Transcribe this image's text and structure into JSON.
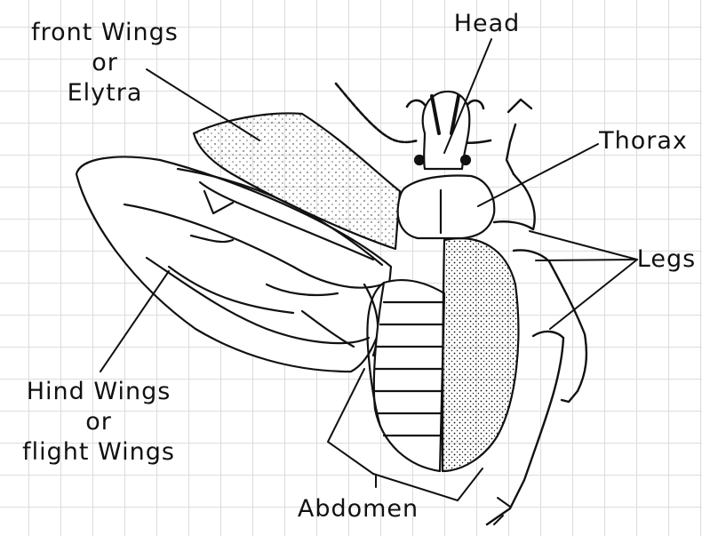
{
  "diagram": {
    "labels": {
      "front_wings": [
        "front Wings",
        "or",
        "Elytra"
      ],
      "head": "Head",
      "thorax": "Thorax",
      "legs": "Legs",
      "hind_wings": [
        "Hind Wings",
        "or",
        "flight Wings"
      ],
      "abdomen": "Abdomen"
    },
    "colors": {
      "ink": "#111111",
      "grid": "#dcdcdc",
      "paper": "#ffffff"
    }
  }
}
